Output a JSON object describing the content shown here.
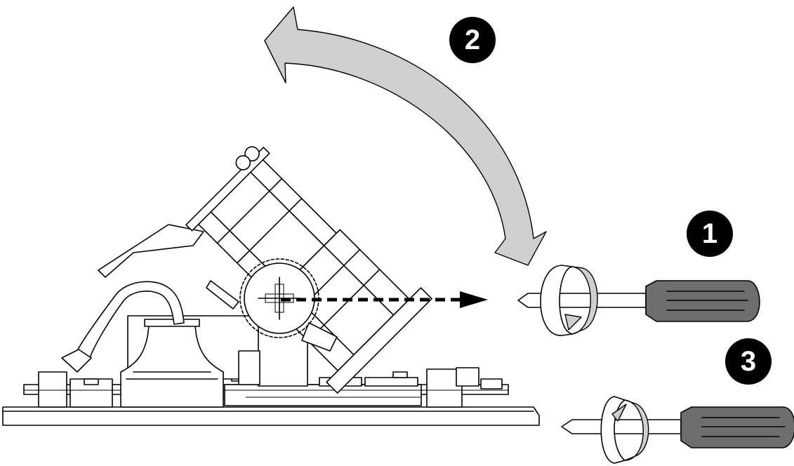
{
  "steps": [
    {
      "label": "1",
      "action": "loosen-screw"
    },
    {
      "label": "2",
      "action": "tilt-module"
    },
    {
      "label": "3",
      "action": "tighten-screw"
    }
  ],
  "colors": {
    "arrow_fill": "#cfcfcf",
    "handle_fill": "#6e6e6e",
    "outline": "#000000",
    "badge_fill": "#000000",
    "badge_text": "#ffffff"
  }
}
